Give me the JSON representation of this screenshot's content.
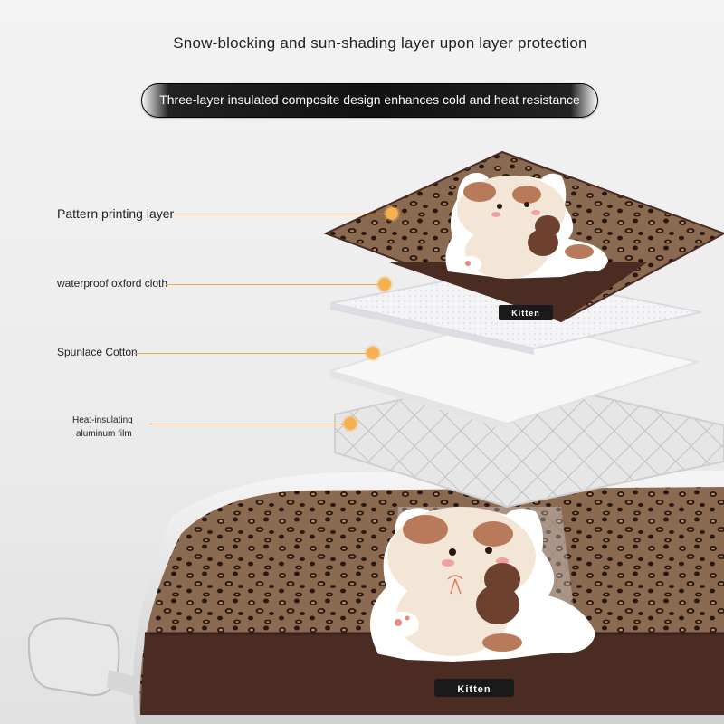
{
  "header": {
    "title": "Snow-blocking and sun-shading layer upon layer protection",
    "subtitle": "Three-layer insulated composite design enhances cold and heat resistance"
  },
  "layers": [
    {
      "label": "Pattern printing layer"
    },
    {
      "label": "waterproof oxford cloth"
    },
    {
      "label": "Spunlace Cotton"
    },
    {
      "label_line1": "Heat-insulating",
      "label_line2": "aluminum film"
    }
  ],
  "product": {
    "tag_top": "Kitten",
    "tag_bottom": "Kitten"
  },
  "colors": {
    "accent": "#f5b04f",
    "brown_dark": "#4a2c22",
    "leopard_base": "#8b6a52",
    "pill_dark": "#111111"
  }
}
